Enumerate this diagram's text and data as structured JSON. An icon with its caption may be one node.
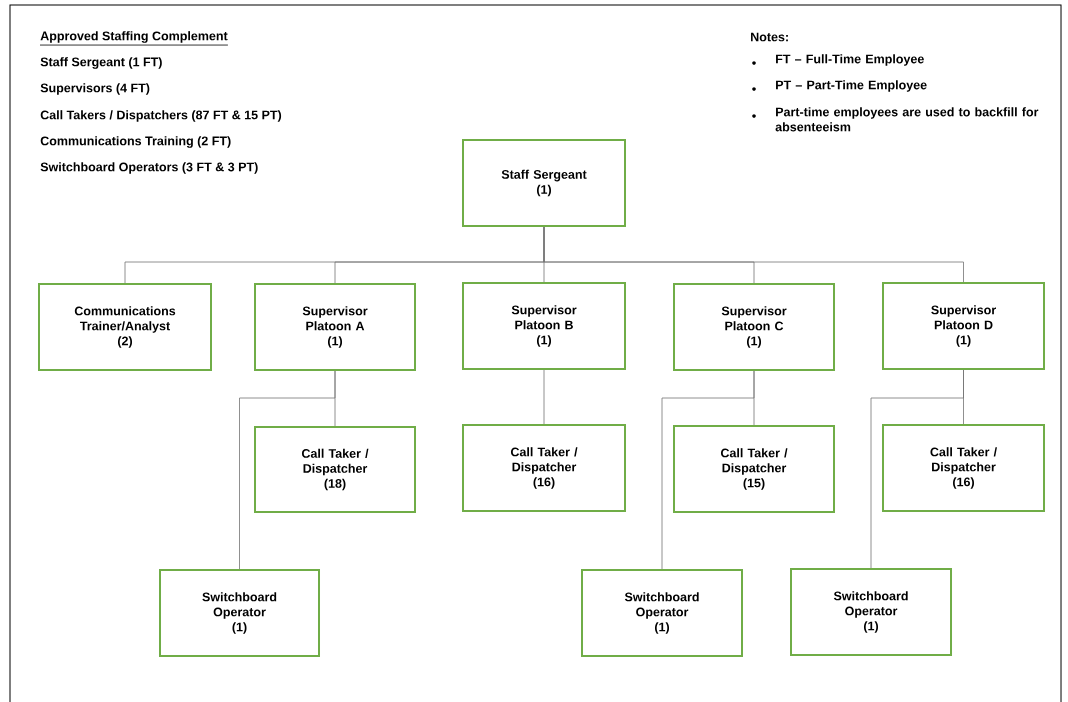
{
  "diagram": {
    "nodes": [
      {
        "text": [
          "Staff Sergeant",
          "(1)"
        ]
      },
      {
        "text": [
          "Communications Trainer/Analyst",
          "(2)"
        ]
      },
      {
        "text": [
          "Supervisor Platoon A",
          "(1)"
        ]
      },
      {
        "text": [
          "Supervisor Platoon B",
          "(1)"
        ]
      },
      {
        "text": [
          "Supervisor Platoon C",
          "(1)"
        ]
      },
      {
        "text": [
          "Supervisor Platoon D",
          "(1)"
        ]
      },
      {
        "text": [
          "Call Taker / Dispatcher",
          "(18)"
        ]
      },
      {
        "text": [
          "Call Taker / Dispatcher",
          "(16)"
        ]
      },
      {
        "text": [
          "Call Taker / Dispatcher",
          "(15)"
        ]
      },
      {
        "text": [
          "Call Taker / Dispatcher",
          "(16)"
        ]
      },
      {
        "text": [
          "Switchboard Operator",
          "(1)"
        ]
      },
      {
        "text": [
          "Switchboard Operator",
          "(1)"
        ]
      },
      {
        "text": [
          "Switchboard Operator",
          "(1)"
        ]
      }
    ],
    "edges": [
      {
        "from": 0,
        "to": 1,
        "arrow": "none"
      },
      {
        "from": 0,
        "to": 2,
        "arrow": "none"
      },
      {
        "from": 0,
        "to": 3,
        "arrow": "none"
      },
      {
        "from": 0,
        "to": 4,
        "arrow": "none"
      },
      {
        "from": 0,
        "to": 5,
        "arrow": "none"
      },
      {
        "from": 2,
        "to": 6,
        "arrow": "none"
      },
      {
        "from": 2,
        "to": 10,
        "arrow": "none"
      },
      {
        "from": 3,
        "to": 7,
        "arrow": "none"
      },
      {
        "from": 4,
        "to": 8,
        "arrow": "none"
      },
      {
        "from": 4,
        "to": 11,
        "arrow": "none"
      },
      {
        "from": 5,
        "to": 9,
        "arrow": "none"
      },
      {
        "from": 5,
        "to": 12,
        "arrow": "none"
      }
    ],
    "labels": [
      "Approved Staffing Complement",
      "Staff Sergeant  (1 FT)",
      "Supervisors  (4 FT)",
      "Call Takers / Dispatchers  (87 FT & 15 PT)",
      "Communications Training  (2 FT)",
      "Switchboard Operators  (3 FT & 3 PT)",
      "Notes:",
      "FT – Full-Time Employee",
      "PT – Part-Time Employee",
      "Part-time employees are used to backfill for absenteeism"
    ]
  }
}
